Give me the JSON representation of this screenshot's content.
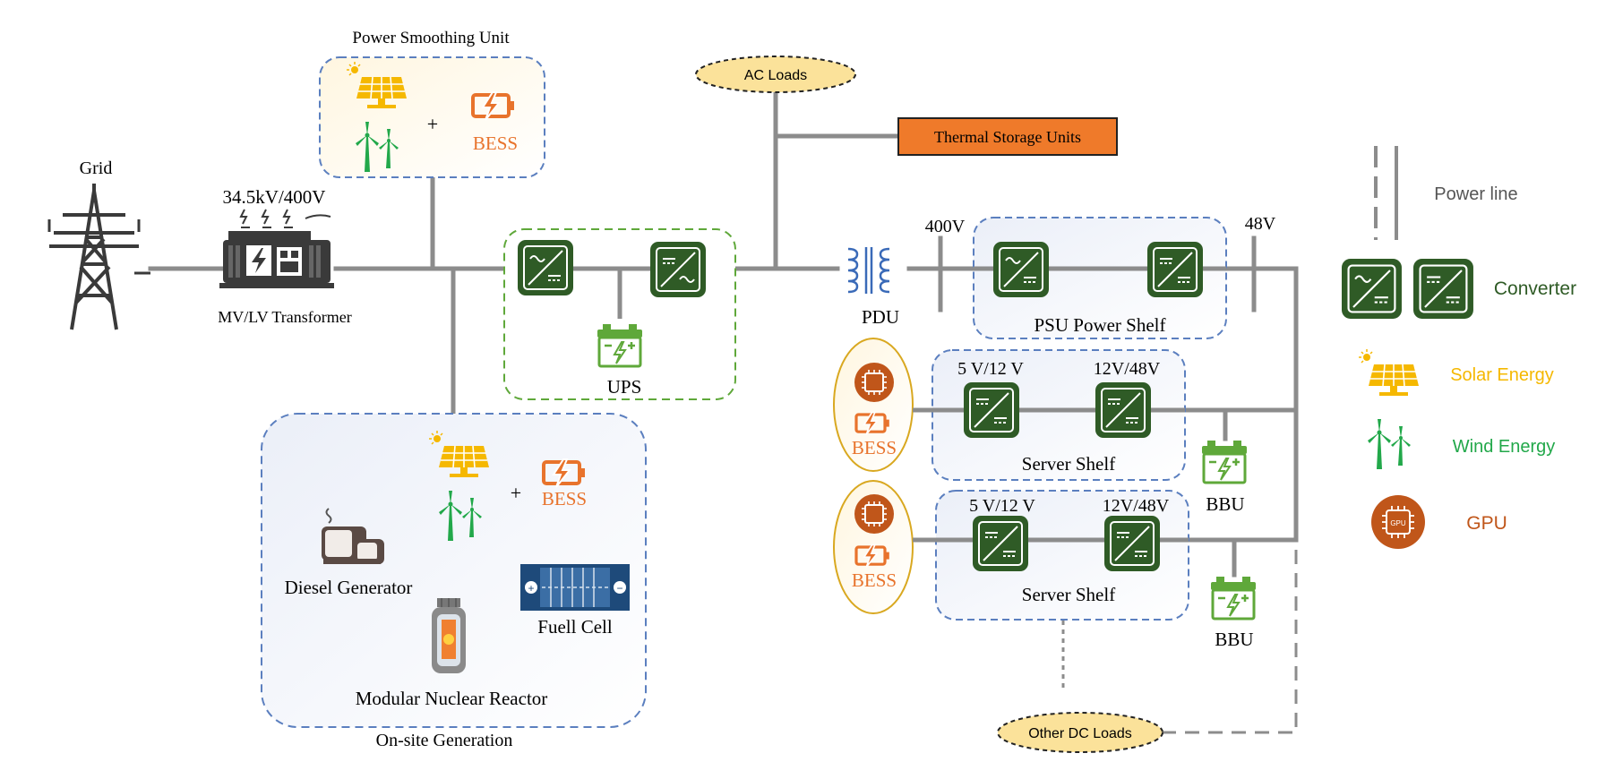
{
  "labels": {
    "grid": "Grid",
    "voltage_rating": "34.5kV/400V",
    "transformer": "MV/LV Transformer",
    "power_smoothing_unit": "Power Smoothing Unit",
    "bess": "BESS",
    "plus": "+",
    "ac_loads": "AC Loads",
    "thermal_storage": "Thermal Storage Units",
    "ups": "UPS",
    "v400": "400V",
    "v48": "48V",
    "pdu": "PDU",
    "psu_shelf": "PSU Power Shelf",
    "v5_12_a": "5 V/12 V",
    "v12_48_a": "12V/48V",
    "server_shelf_a": "Server Shelf",
    "v5_12_b": "5 V/12 V",
    "v12_48_b": "12V/48V",
    "server_shelf_b": "Server Shelf",
    "bbu_a": "BBU",
    "bbu_b": "BBU",
    "other_dc_loads": "Other DC Loads",
    "onsite_generation": "On-site Generation",
    "diesel_generator": "Diesel Generator",
    "fuel_cell": "Fuell Cell",
    "nuclear_reactor": "Modular Nuclear Reactor",
    "gpu_chip": "GPU"
  },
  "legend": {
    "power_line": "Power line",
    "converter": "Converter",
    "solar": "Solar Energy",
    "wind": "Wind Energy",
    "gpu": "GPU"
  },
  "colors": {
    "bus_line": "#8c8c8c",
    "converter_fill": "#2f5b26",
    "solar": "#f5b800",
    "wind": "#22a84a",
    "bess": "#e8732c",
    "gpu": "#c0561a",
    "thermal_fill": "#ef7a2a",
    "load_ellipse": "#fbe29a",
    "group_border_blue": "#5b7fbf",
    "group_border_green": "#5fa83a",
    "gpu_group_border": "#d9a820",
    "converter_text": "#2f5b26"
  }
}
